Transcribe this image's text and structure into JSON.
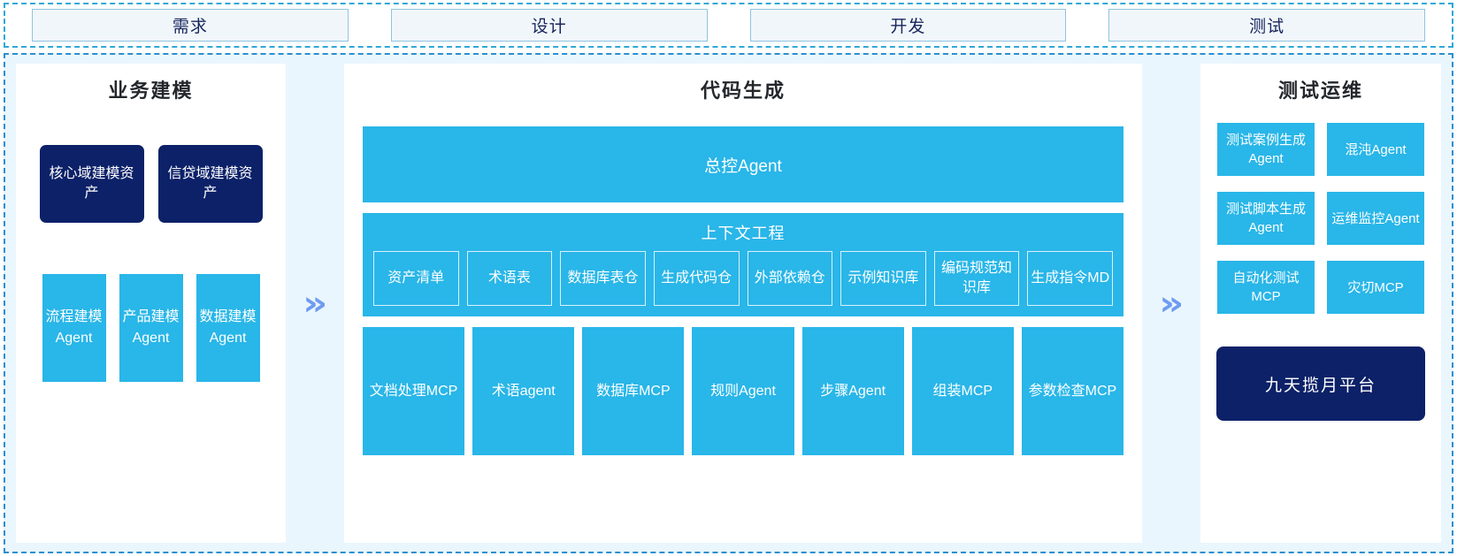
{
  "phases": {
    "tabs": [
      {
        "label": "需求"
      },
      {
        "label": "设计"
      },
      {
        "label": "开发"
      },
      {
        "label": "测试"
      }
    ]
  },
  "colors": {
    "cyan": "#29b6e8",
    "navy": "#0c2168",
    "arrow": "#6f9bf0",
    "panel_bg": "#eaf6fd",
    "tab_bg": "#f1f6fa",
    "tab_border": "#8fc4de",
    "dashed_border": "#2b8fd0"
  },
  "arrows": {
    "left_to_center": "»",
    "center_to_right": "»"
  },
  "left_panel": {
    "title": "业务建模",
    "assets": [
      {
        "label": "核心域建模资产"
      },
      {
        "label": "信贷域建模资产"
      }
    ],
    "agents": [
      {
        "label": "流程建模Agent"
      },
      {
        "label": "产品建模Agent"
      },
      {
        "label": "数据建模Agent"
      }
    ]
  },
  "center_panel": {
    "title": "代码生成",
    "control_agent": "总控Agent",
    "context": {
      "title": "上下文工程",
      "items": [
        {
          "label": "资产清单"
        },
        {
          "label": "术语表"
        },
        {
          "label": "数据库表仓"
        },
        {
          "label": "生成代码仓"
        },
        {
          "label": "外部依赖仓"
        },
        {
          "label": "示例知识库"
        },
        {
          "label": "编码规范知识库"
        },
        {
          "label": "生成指令MD"
        }
      ]
    },
    "tools": [
      {
        "label": "文档处理MCP"
      },
      {
        "label": "术语agent"
      },
      {
        "label": "数据库MCP"
      },
      {
        "label": "规则Agent"
      },
      {
        "label": "步骤Agent"
      },
      {
        "label": "组装MCP"
      },
      {
        "label": "参数检查MCP"
      }
    ]
  },
  "right_panel": {
    "title": "测试运维",
    "cards": [
      {
        "label": "测试案例生成Agent"
      },
      {
        "label": "混沌Agent"
      },
      {
        "label": "测试脚本生成Agent"
      },
      {
        "label": "运维监控Agent"
      },
      {
        "label": "自动化测试MCP"
      },
      {
        "label": "灾切MCP"
      }
    ],
    "platform": "九天揽月平台"
  }
}
